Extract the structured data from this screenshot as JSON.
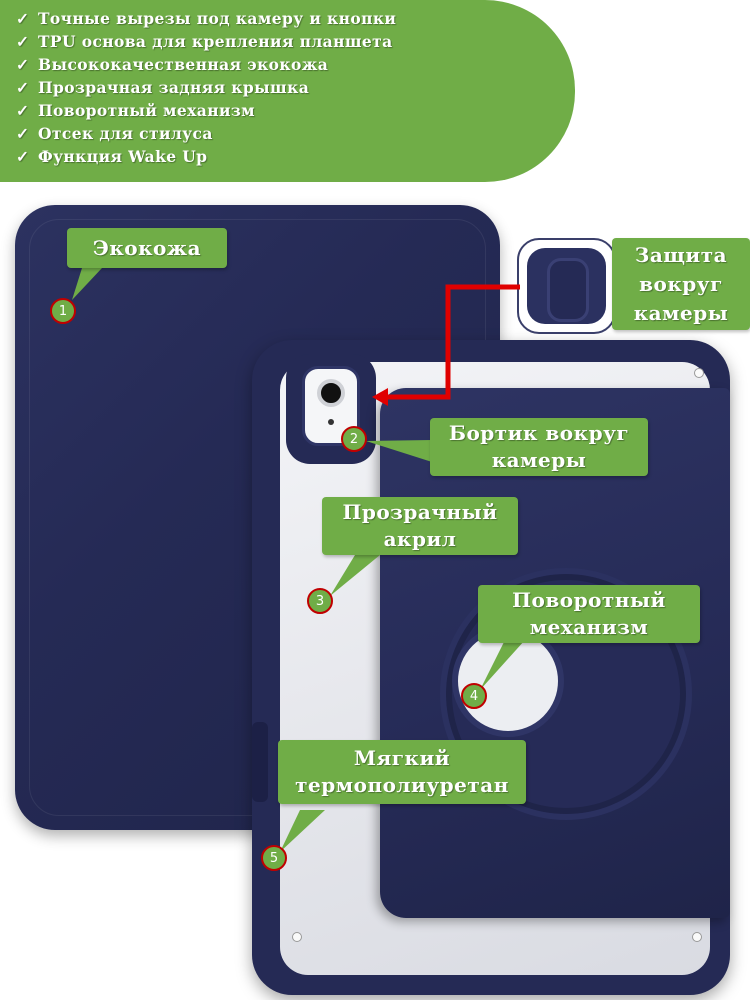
{
  "features": {
    "check_glyph": "✓",
    "items": [
      "Точные вырезы под камеру и кнопки",
      "TPU основа для крепления планшета",
      "Высококачественная экокожа",
      "Прозрачная задняя крышка",
      "Поворотный механизм",
      "Отсек для стилуса",
      "Функция Wake Up"
    ]
  },
  "callouts": {
    "ecoleather": {
      "label": "Экокожа",
      "number": "1"
    },
    "camera_rim": {
      "label_line1": "Бортик вокруг",
      "label_line2": "камеры",
      "number": "2"
    },
    "acrylic": {
      "label_line1": "Прозрачный",
      "label_line2": "акрил",
      "number": "3"
    },
    "rotation": {
      "label_line1": "Поворотный",
      "label_line2": "механизм",
      "number": "4"
    },
    "tpu": {
      "label_line1": "Мягкий",
      "label_line2": "термополиуретан",
      "number": "5"
    },
    "camera_protection": {
      "label_line1": "Защита",
      "label_line2": "вокруг",
      "label_line3": "камеры"
    }
  },
  "colors": {
    "accent_green": "#70ad47",
    "case_navy": "#252a55",
    "arrow_red": "#e00000",
    "badge_border": "#c00000"
  }
}
